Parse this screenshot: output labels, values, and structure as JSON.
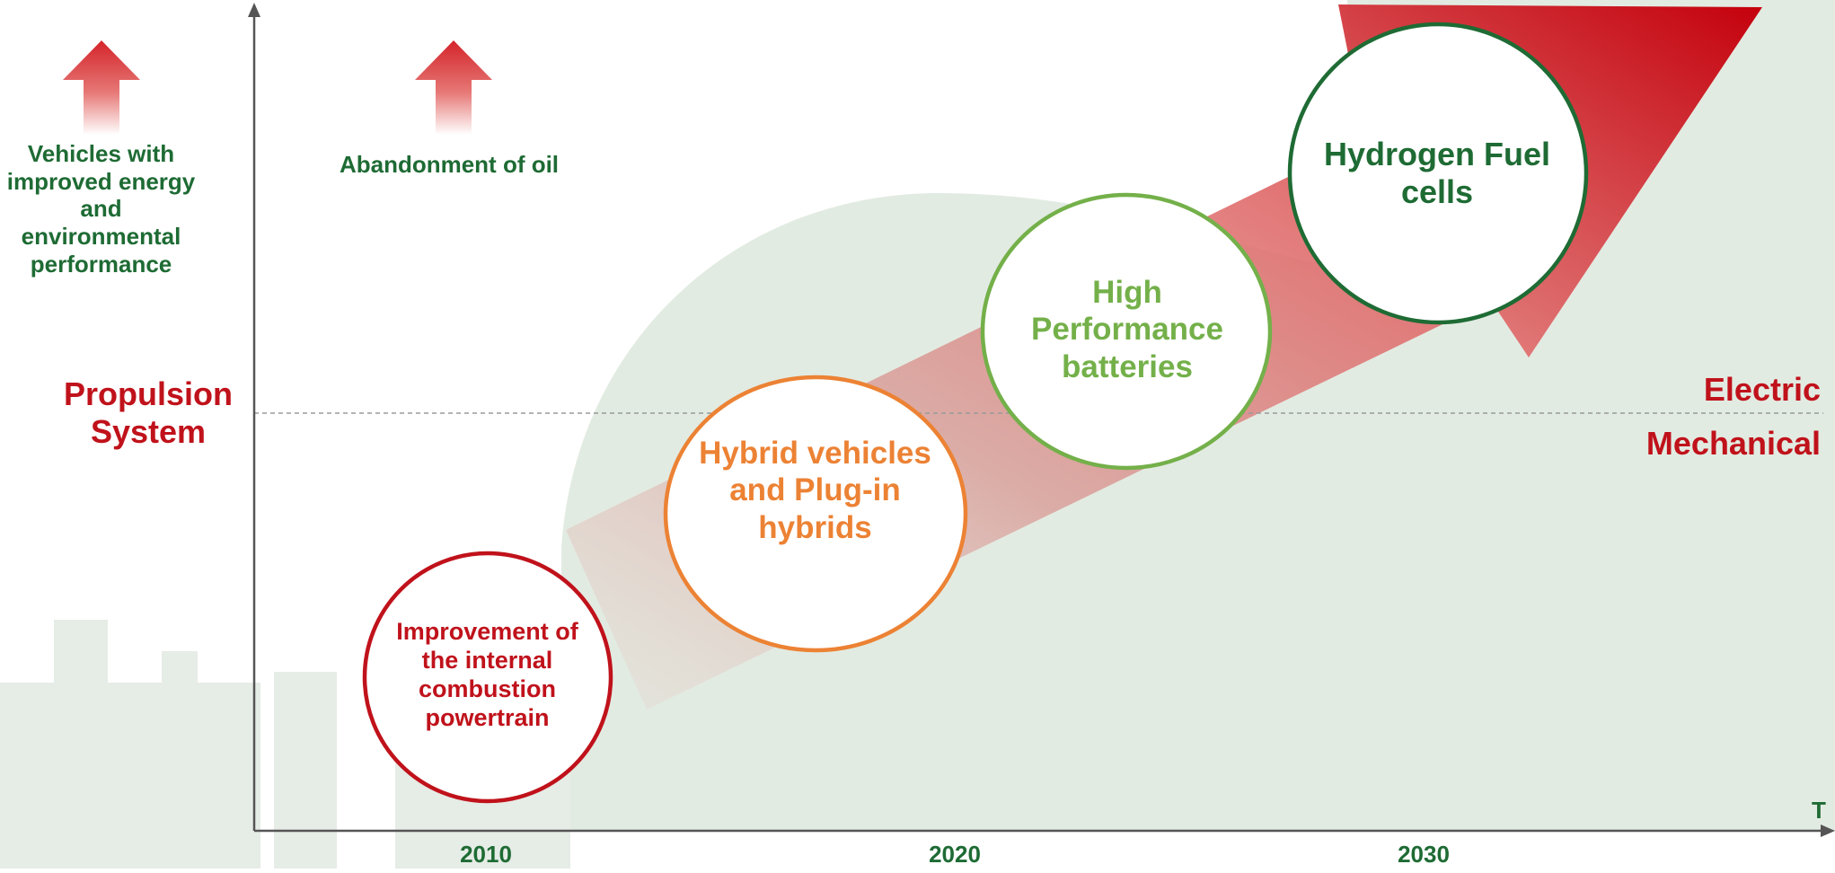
{
  "left_panel": {
    "top_note": "Vehicles with improved energy and environmental performance",
    "axis_label": "Propulsion System"
  },
  "top_note_center": "Abandonment of oil",
  "zones": {
    "upper": "Electric",
    "lower": "Mechanical"
  },
  "x_axis": {
    "end_label": "T",
    "ticks": [
      "2010",
      "2020",
      "2030"
    ]
  },
  "stages": [
    {
      "label": "Improvement of the internal combustion powertrain",
      "color": "#c0121b"
    },
    {
      "label": "Hybrid vehicles and Plug-in hybrids",
      "color": "#ec8234"
    },
    {
      "label": "High Performance batteries",
      "color": "#74b04a"
    },
    {
      "label": "Hydrogen Fuel cells",
      "color": "#1e6b34"
    }
  ],
  "colors": {
    "background_tint": "#e2ebe2",
    "arrow_red": "#c8141c",
    "axis": "#555555"
  }
}
